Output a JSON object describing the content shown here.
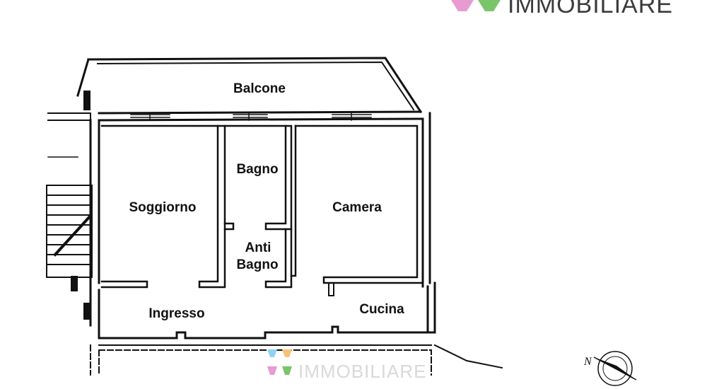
{
  "brand": {
    "name": "IMMOBILIARE",
    "logo_colors": [
      "#e79bd0",
      "#7cc46a"
    ]
  },
  "rooms": {
    "balcone": "Balcone",
    "bagno": "Bagno",
    "soggiorno": "Soggiorno",
    "camera": "Camera",
    "anti_bagno_line1": "Anti",
    "anti_bagno_line2": "Bagno",
    "ingresso": "Ingresso",
    "cucina": "Cucina"
  },
  "watermark": {
    "text": "IMMOBILIARE",
    "colors": [
      "#8fd3f0",
      "#f5c27a",
      "#e79bd0",
      "#7cc46a"
    ]
  },
  "compass": {
    "label": "N",
    "icon": "north-arrow-icon"
  }
}
